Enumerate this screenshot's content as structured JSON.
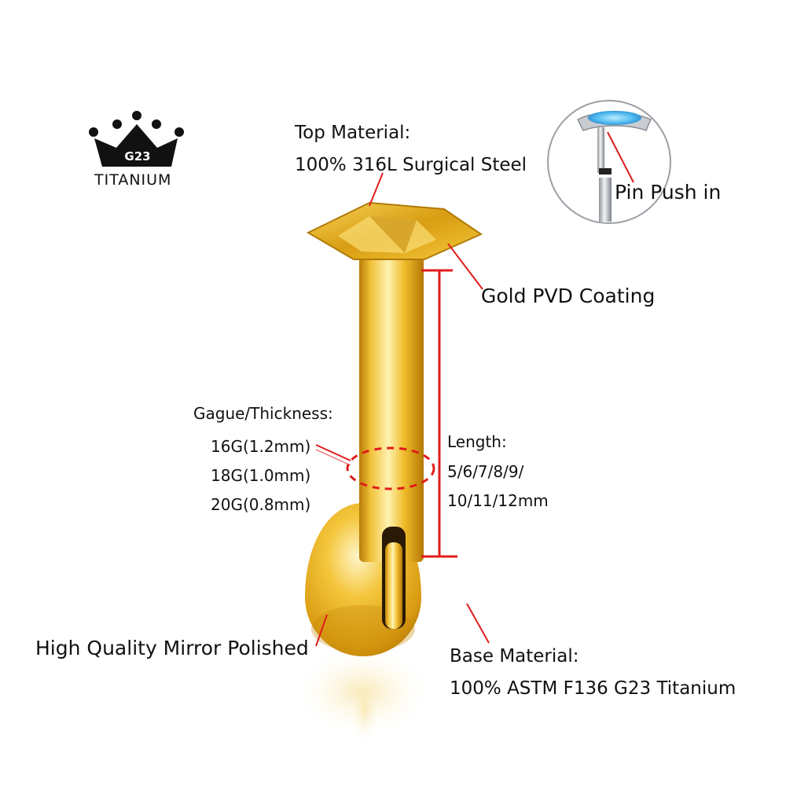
{
  "logo": {
    "badge": "G23",
    "word": "TITANIUM"
  },
  "top_material": {
    "heading": "Top Material:",
    "value": "100% 316L Surgical Steel"
  },
  "inset": {
    "caption": "Pin Push in"
  },
  "coating": {
    "text": "Gold PVD Coating"
  },
  "gauge": {
    "heading": "Gague/Thickness:",
    "options": [
      "16G(1.2mm)",
      "18G(1.0mm)",
      "20G(0.8mm)"
    ]
  },
  "length": {
    "heading": "Length:",
    "lines": [
      "5/6/7/8/9/",
      "10/11/12mm"
    ]
  },
  "polish": {
    "text": "High Quality Mirror Polished"
  },
  "base_material": {
    "heading": "Base Material:",
    "value": "100% ASTM F136 G23 Titanium"
  },
  "colors": {
    "gold": "#e9b21a",
    "accent_red": "#e01c1c"
  }
}
